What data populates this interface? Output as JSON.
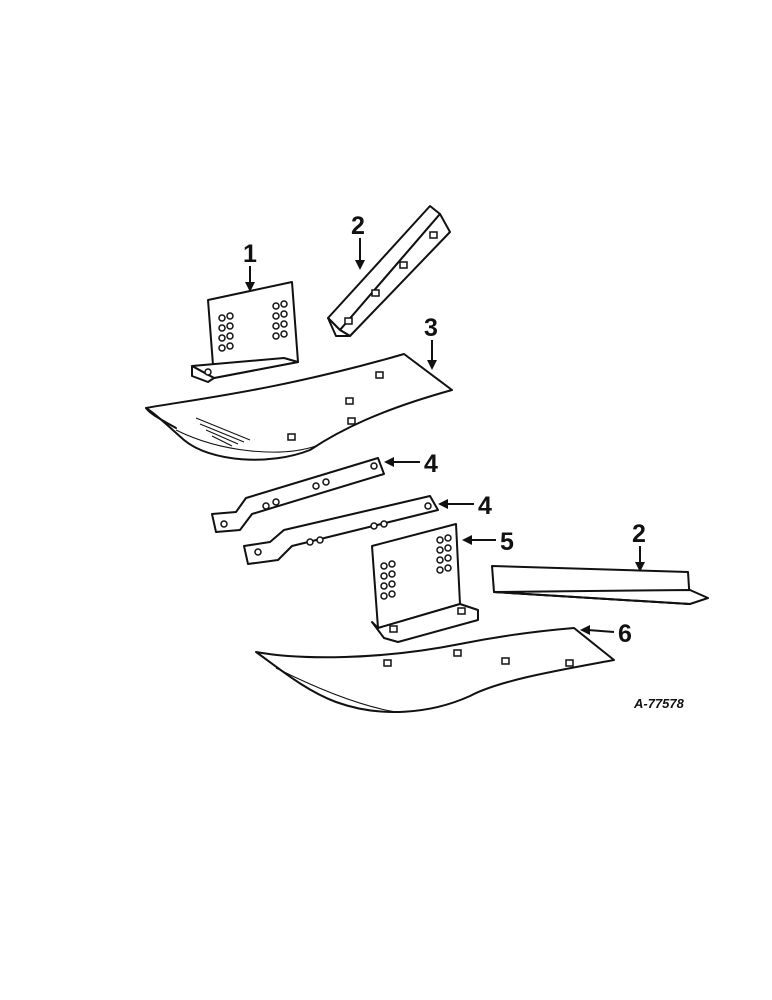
{
  "callouts": [
    {
      "id": "c1",
      "label": "1"
    },
    {
      "id": "c2a",
      "label": "2"
    },
    {
      "id": "c3",
      "label": "3"
    },
    {
      "id": "c4a",
      "label": "4"
    },
    {
      "id": "c4b",
      "label": "4"
    },
    {
      "id": "c5",
      "label": "5"
    },
    {
      "id": "c2b",
      "label": "2"
    },
    {
      "id": "c6",
      "label": "6"
    }
  ],
  "figure_id": "A-77578"
}
